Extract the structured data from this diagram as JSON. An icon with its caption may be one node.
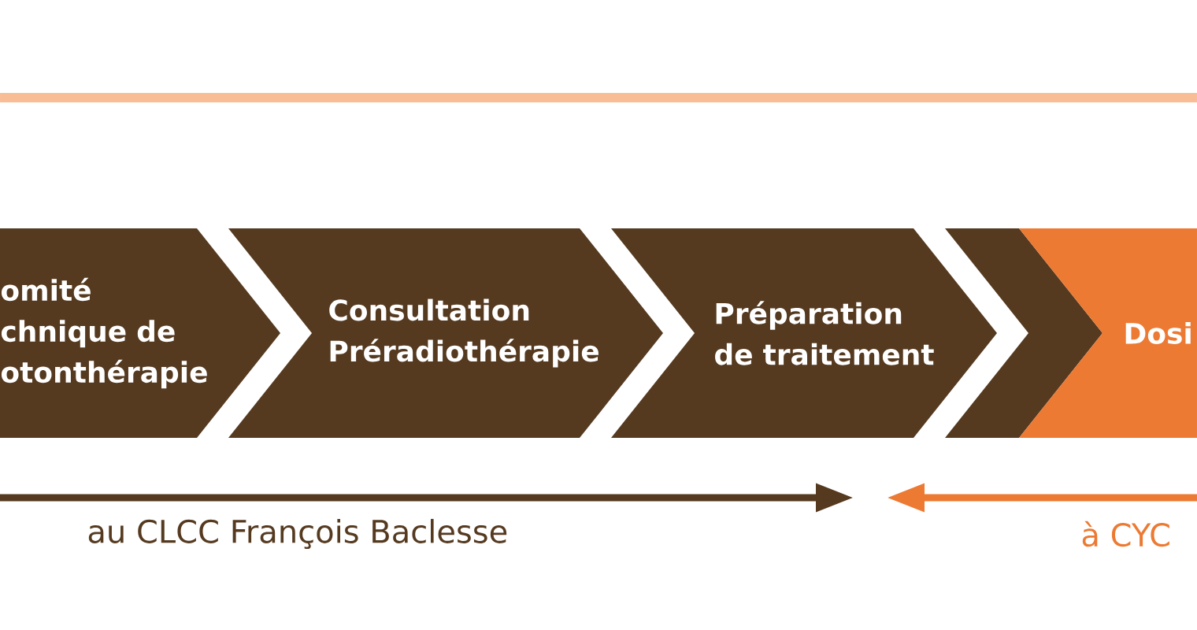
{
  "diagram": {
    "nodes": [
      {
        "text": [
          "omité chnique de otonthérapie"
        ]
      },
      {
        "text": [
          "Consultation Préradiothérapie"
        ]
      },
      {
        "text": [
          "Préparation de traitement"
        ]
      },
      {
        "text": [],
        "shape": "chevron"
      },
      {
        "text": [
          "Dosi"
        ]
      }
    ],
    "labels": [
      "au CLCC François Baclesse",
      "à CYC"
    ]
  }
}
